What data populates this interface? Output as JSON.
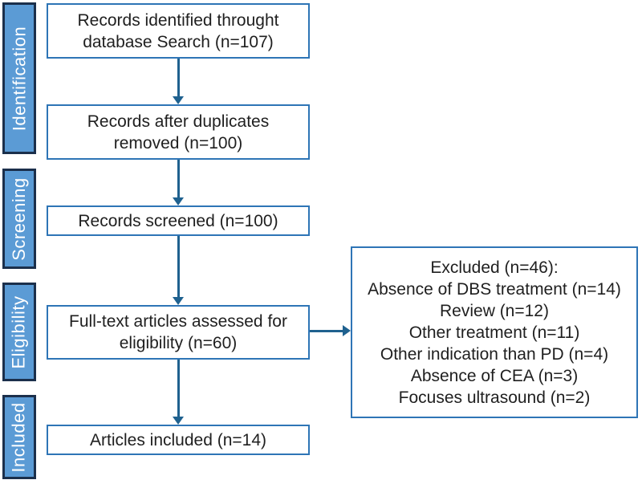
{
  "diagram": {
    "type": "prisma-flow-diagram",
    "stages": [
      {
        "label": "Identification"
      },
      {
        "label": "Screening"
      },
      {
        "label": "Eligibility"
      },
      {
        "label": "Included"
      }
    ],
    "boxes": [
      {
        "text": "Records identified throught\ndatabase Search (n=107)",
        "n": 107
      },
      {
        "text": "Records after duplicates\nremoved (n=100)",
        "n": 100
      },
      {
        "text": "Records screened (n=100)",
        "n": 100
      },
      {
        "text": "Full-text articles assessed for\neligibility (n=60)",
        "n": 60
      },
      {
        "text": "Articles included (n=14)",
        "n": 14
      }
    ],
    "excluded_box": {
      "text": "Excluded (n=46):\nAbsence of DBS treatment (n=14)\nReview (n=12)\nOther treatment (n=11)\nOther indication than PD (n=4)\nAbsence of CEA (n=3)\nFocuses ultrasound (n=2)",
      "n": 46
    },
    "colors": {
      "stage_fill": "#5b9bd5",
      "stage_border": "#1b2f4b",
      "stage_text": "#ffffff",
      "box_border": "#2e75b6",
      "arrow": "#1f618f",
      "text": "#1f1f1f"
    }
  }
}
